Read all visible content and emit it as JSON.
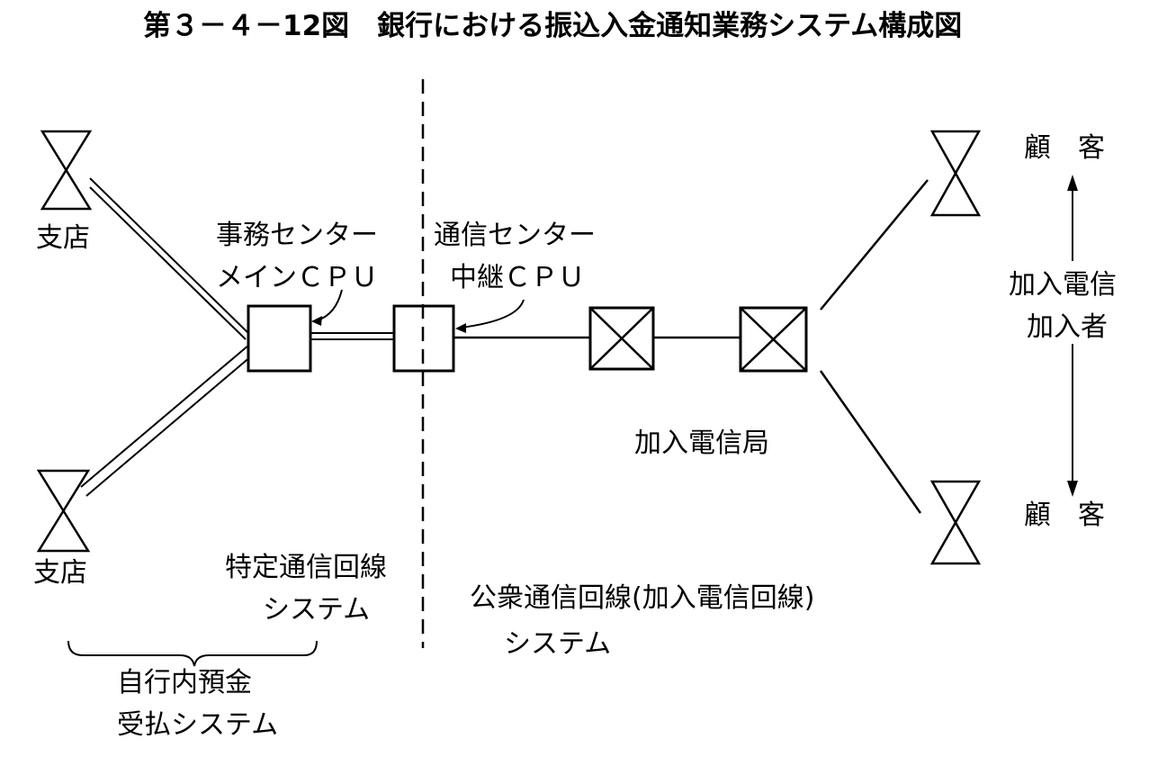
{
  "title": "第３－４－12図　銀行における振込入金通知業務システム構成図",
  "labels": {
    "branch_top": "支店",
    "branch_bottom": "支店",
    "jimu_center": "事務センター",
    "main_cpu": "メインＣＰＵ",
    "tsushin_center": "通信センター",
    "relay_cpu": "中継ＣＰＵ",
    "telex_office": "加入電信局",
    "customer_top": "顧　客",
    "customer_bottom": "顧　客",
    "subscriber_line1": "加入電信",
    "subscriber_line2": "加入者",
    "private_line_line1": "特定通信回線",
    "private_line_line2": "システム",
    "public_line_line1": "公衆通信回線(加入電信回線)",
    "public_line_line2": "システム",
    "own_bank_line1": "自行内預金",
    "own_bank_line2": "受払システム"
  }
}
